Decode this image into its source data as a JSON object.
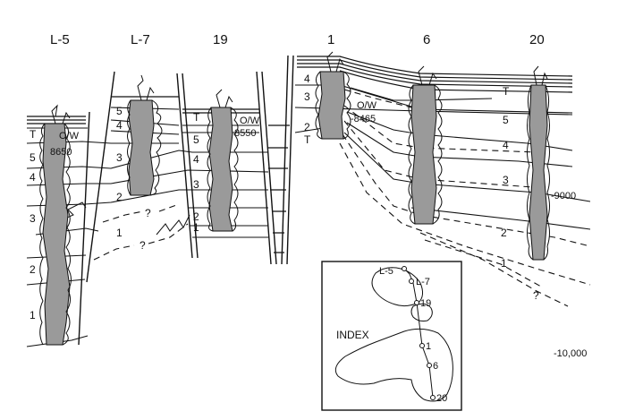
{
  "wells": [
    {
      "id": "L-5",
      "label": "L-5"
    },
    {
      "id": "L-7",
      "label": "L-7"
    },
    {
      "id": "19",
      "label": "19"
    },
    {
      "id": "1",
      "label": "1"
    },
    {
      "id": "6",
      "label": "6"
    },
    {
      "id": "20",
      "label": "20"
    }
  ],
  "contacts": {
    "ow_label": "O/W",
    "l5_depth": "8650",
    "w19_depth": "8550",
    "w1_depth": "-8465"
  },
  "depth_labels": {
    "d9000": "-9000",
    "d10000": "-10,000"
  },
  "zones": {
    "T": "T",
    "z1": "1",
    "z2": "2",
    "z3": "3",
    "z4": "4",
    "z5": "5",
    "q": "?"
  },
  "index_map": {
    "title": "INDEX",
    "wells": {
      "L5": "L-5",
      "L7": "L-7",
      "w19": "19",
      "w1": "1",
      "w6": "6",
      "w20": "20"
    }
  }
}
